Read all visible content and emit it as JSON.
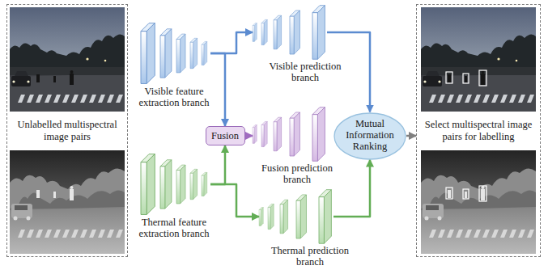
{
  "diagram": {
    "nodes": [
      {
        "text": [
          "Unlabelled multispectral image pairs"
        ]
      },
      {
        "text": [
          "Visible feature extraction branch"
        ]
      },
      {
        "text": [
          "Thermal feature extraction branch"
        ]
      },
      {
        "text": [
          "Fusion"
        ]
      },
      {
        "text": [
          "Visible prediction branch"
        ]
      },
      {
        "text": [
          "Fusion prediction branch"
        ]
      },
      {
        "text": [
          "Thermal prediction branch"
        ]
      },
      {
        "text": [
          "Mutual Information Ranking"
        ]
      },
      {
        "text": [
          "Select multispectral image pairs for labelling"
        ]
      }
    ],
    "edges": [
      {
        "from": 1,
        "to": 4,
        "arrow": "to"
      },
      {
        "from": 1,
        "to": 3,
        "arrow": "to"
      },
      {
        "from": 2,
        "to": 3,
        "arrow": "to"
      },
      {
        "from": 2,
        "to": 6,
        "arrow": "to"
      },
      {
        "from": 3,
        "to": 5,
        "arrow": "to"
      },
      {
        "from": 4,
        "to": 7,
        "arrow": "to"
      },
      {
        "from": 6,
        "to": 7,
        "arrow": "to"
      },
      {
        "from": 7,
        "to": 8,
        "arrow": "to"
      }
    ]
  }
}
